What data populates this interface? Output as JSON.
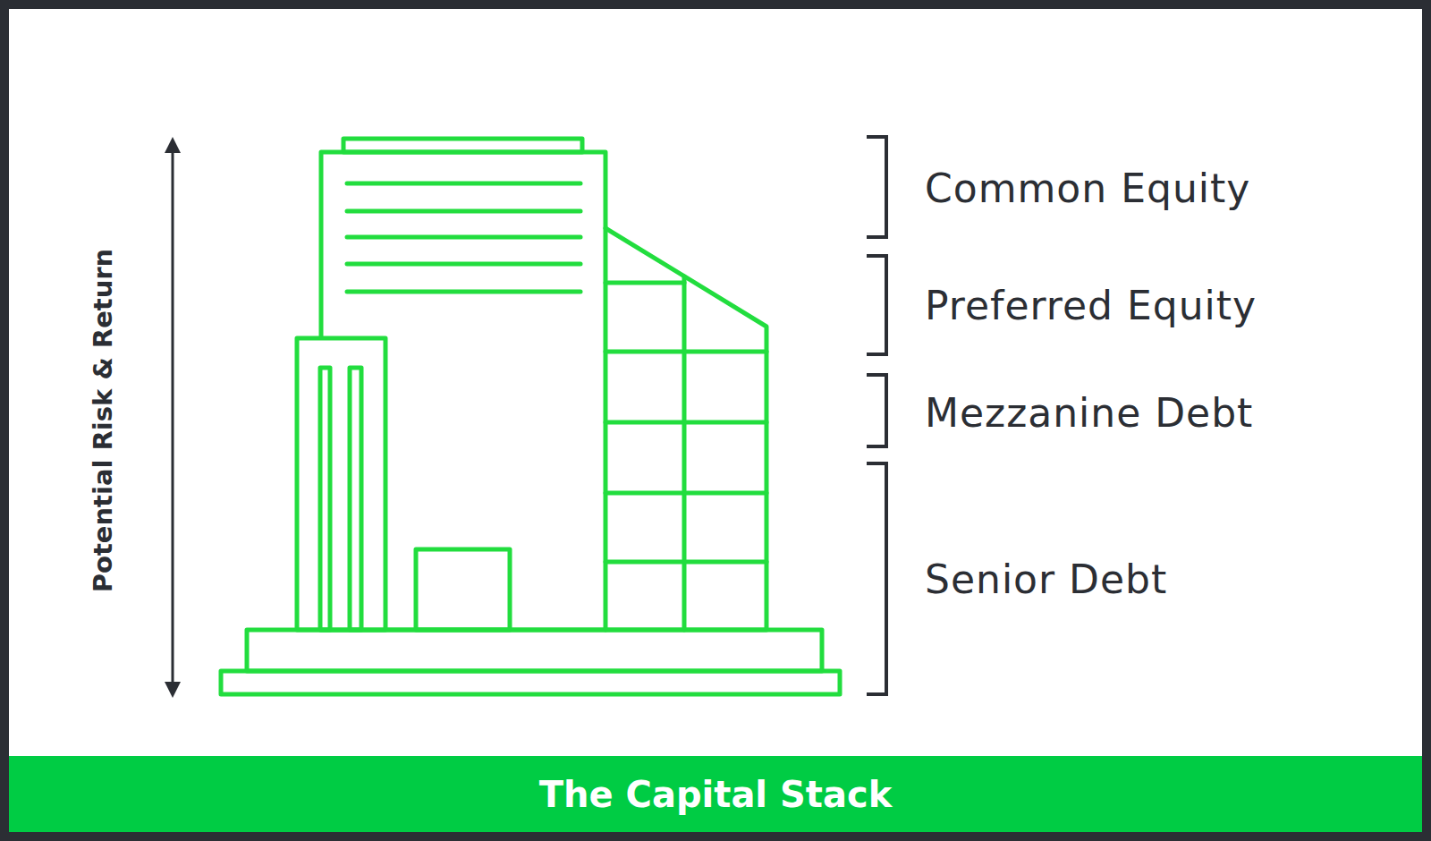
{
  "diagram": {
    "title": "The Capital Stack",
    "labels": [
      "Potential Risk & Return",
      "Common Equity",
      "Preferred Equity",
      "Mezzanine Debt",
      "Senior Debt"
    ]
  }
}
